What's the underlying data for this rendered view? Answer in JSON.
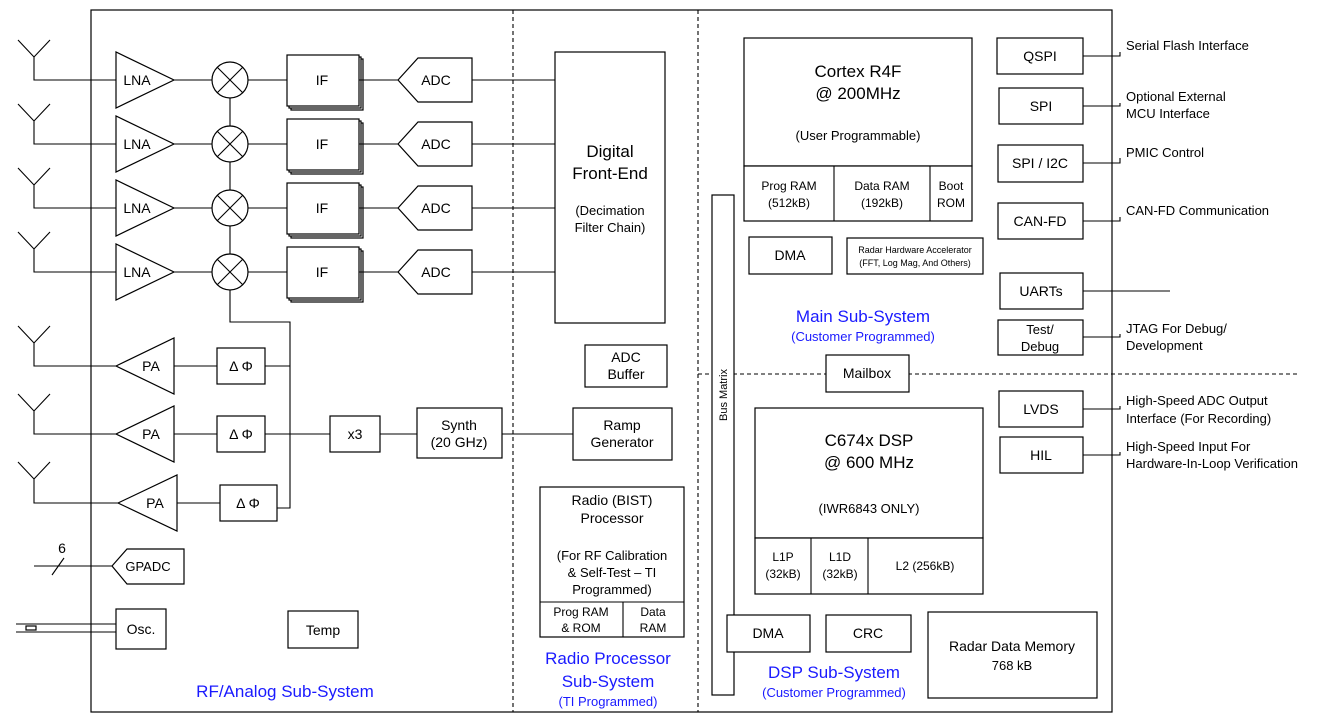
{
  "rf": {
    "lna": "LNA",
    "if_label": "IF",
    "adc": "ADC",
    "pa": "PA",
    "phase_shifter": "Δ Φ",
    "multiplier": "x3",
    "synth_l1": "Synth",
    "synth_l2": "(20 GHz)",
    "gpadc": "GPADC",
    "gpadc_bus_width": "6",
    "osc": "Osc.",
    "temp": "Temp",
    "title": "RF/Analog Sub-System"
  },
  "radio": {
    "dfe_l1": "Digital",
    "dfe_l2": "Front-End",
    "dfe_l3": "(Decimation",
    "dfe_l4": "Filter Chain)",
    "adc_buffer_l1": "ADC",
    "adc_buffer_l2": "Buffer",
    "ramp_l1": "Ramp",
    "ramp_l2": "Generator",
    "bist_l1": "Radio (BIST)",
    "bist_l2": "Processor",
    "bist_l3": "(For RF Calibration",
    "bist_l4": "& Self-Test  – TI",
    "bist_l5": "Programmed)",
    "prog_ram_l1": "Prog RAM",
    "prog_ram_l2": "& ROM",
    "data_ram_l1": "Data",
    "data_ram_l2": "RAM",
    "title_l1": "Radio Processor",
    "title_l2": "Sub-System",
    "title_l3": "(TI Programmed)"
  },
  "main": {
    "cortex_l1": "Cortex R4F",
    "cortex_l2": "@ 200MHz",
    "cortex_l3": "(User Programmable)",
    "prog_ram_l1": "Prog RAM",
    "prog_ram_l2": "(512kB)",
    "data_ram_l1": "Data RAM",
    "data_ram_l2": "(192kB)",
    "boot_rom_l1": "Boot",
    "boot_rom_l2": "ROM",
    "dma": "DMA",
    "hwa_l1": "Radar Hardware Accelerator",
    "hwa_l2": "(FFT, Log Mag, And Others)",
    "bus_matrix": "Bus Matrix",
    "title_l1": "Main Sub-System",
    "title_l2": "(Customer Programmed)",
    "mailbox": "Mailbox"
  },
  "dsp": {
    "c674_l1": "C674x DSP",
    "c674_l2": "@ 600 MHz",
    "c674_l3": "(IWR6843 ONLY)",
    "l1p_l1": "L1P",
    "l1p_l2": "(32kB)",
    "l1d_l1": "L1D",
    "l1d_l2": "(32kB)",
    "l2": "L2 (256kB)",
    "dma": "DMA",
    "crc": "CRC",
    "radar_mem_l1": "Radar Data Memory",
    "radar_mem_l2": "768 kB",
    "title_l1": "DSP Sub-System",
    "title_l2": "(Customer Programmed)"
  },
  "peripherals": {
    "qspi": "QSPI",
    "spi": "SPI",
    "spi_i2c": "SPI / I2C",
    "canfd": "CAN-FD",
    "uarts": "UARTs",
    "test_l1": "Test/",
    "test_l2": "Debug",
    "lvds": "LVDS",
    "hil": "HIL"
  },
  "interfaces": {
    "serial_flash": "Serial Flash Interface",
    "mcu_l1": "Optional External",
    "mcu_l2": "MCU Interface",
    "pmic": "PMIC Control",
    "can": "CAN-FD Communication",
    "jtag_l1": "JTAG For Debug/",
    "jtag_l2": "Development",
    "hs_adc_l1": "High-Speed ADC Output",
    "hs_adc_l2": "Interface (For Recording)",
    "hil_l1": "High-Speed Input For",
    "hil_l2": "Hardware-In-Loop Verification"
  },
  "colors": {
    "accent_blue": "#1a1aff",
    "line": "#000000"
  }
}
